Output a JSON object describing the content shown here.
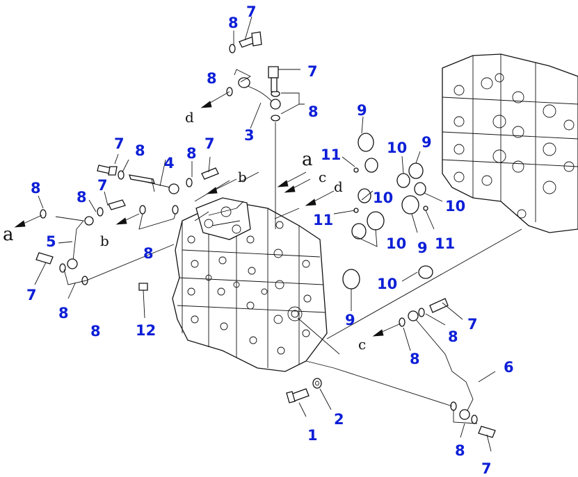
{
  "callouts": [
    {
      "id": "c7a",
      "text": "7"
    },
    {
      "id": "c8a",
      "text": "8"
    },
    {
      "id": "c7b",
      "text": "7"
    },
    {
      "id": "c8b",
      "text": "8"
    },
    {
      "id": "c8c",
      "text": "8"
    },
    {
      "id": "c3",
      "text": "3"
    },
    {
      "id": "c9a",
      "text": "9"
    },
    {
      "id": "c11a",
      "text": "11"
    },
    {
      "id": "c10a",
      "text": "10"
    },
    {
      "id": "c9b",
      "text": "9"
    },
    {
      "id": "c10b",
      "text": "10"
    },
    {
      "id": "c10c",
      "text": "10"
    },
    {
      "id": "c11b",
      "text": "11"
    },
    {
      "id": "c10d",
      "text": "10"
    },
    {
      "id": "c9c",
      "text": "9"
    },
    {
      "id": "c11c",
      "text": "11"
    },
    {
      "id": "c7c",
      "text": "7"
    },
    {
      "id": "c8d",
      "text": "8"
    },
    {
      "id": "c8e",
      "text": "8"
    },
    {
      "id": "c7d",
      "text": "7"
    },
    {
      "id": "c4",
      "text": "4"
    },
    {
      "id": "c8f",
      "text": "8"
    },
    {
      "id": "c7e",
      "text": "7"
    },
    {
      "id": "c8g",
      "text": "8"
    },
    {
      "id": "c8h",
      "text": "8"
    },
    {
      "id": "c5",
      "text": "5"
    },
    {
      "id": "c8i",
      "text": "8"
    },
    {
      "id": "c7f",
      "text": "7"
    },
    {
      "id": "c8j",
      "text": "8"
    },
    {
      "id": "c8k",
      "text": "8"
    },
    {
      "id": "c12",
      "text": "12"
    },
    {
      "id": "c10e",
      "text": "10"
    },
    {
      "id": "c9d",
      "text": "9"
    },
    {
      "id": "c7g",
      "text": "7"
    },
    {
      "id": "c8l",
      "text": "8"
    },
    {
      "id": "c6",
      "text": "6"
    },
    {
      "id": "c8m",
      "text": "8"
    },
    {
      "id": "c2",
      "text": "2"
    },
    {
      "id": "c1",
      "text": "1"
    },
    {
      "id": "c8n",
      "text": "8"
    },
    {
      "id": "c7h",
      "text": "7"
    }
  ],
  "letters": [
    {
      "id": "l_d1",
      "text": "d"
    },
    {
      "id": "l_a1",
      "text": "a"
    },
    {
      "id": "l_b1",
      "text": "b"
    },
    {
      "id": "l_c1",
      "text": "c"
    },
    {
      "id": "l_d2",
      "text": "d"
    },
    {
      "id": "l_a2",
      "text": "a"
    },
    {
      "id": "l_b2",
      "text": "b"
    },
    {
      "id": "l_c2",
      "text": "c"
    }
  ],
  "colors": {
    "callout": "#0d1fd6",
    "line": "#111111",
    "background": "#ffffff"
  }
}
